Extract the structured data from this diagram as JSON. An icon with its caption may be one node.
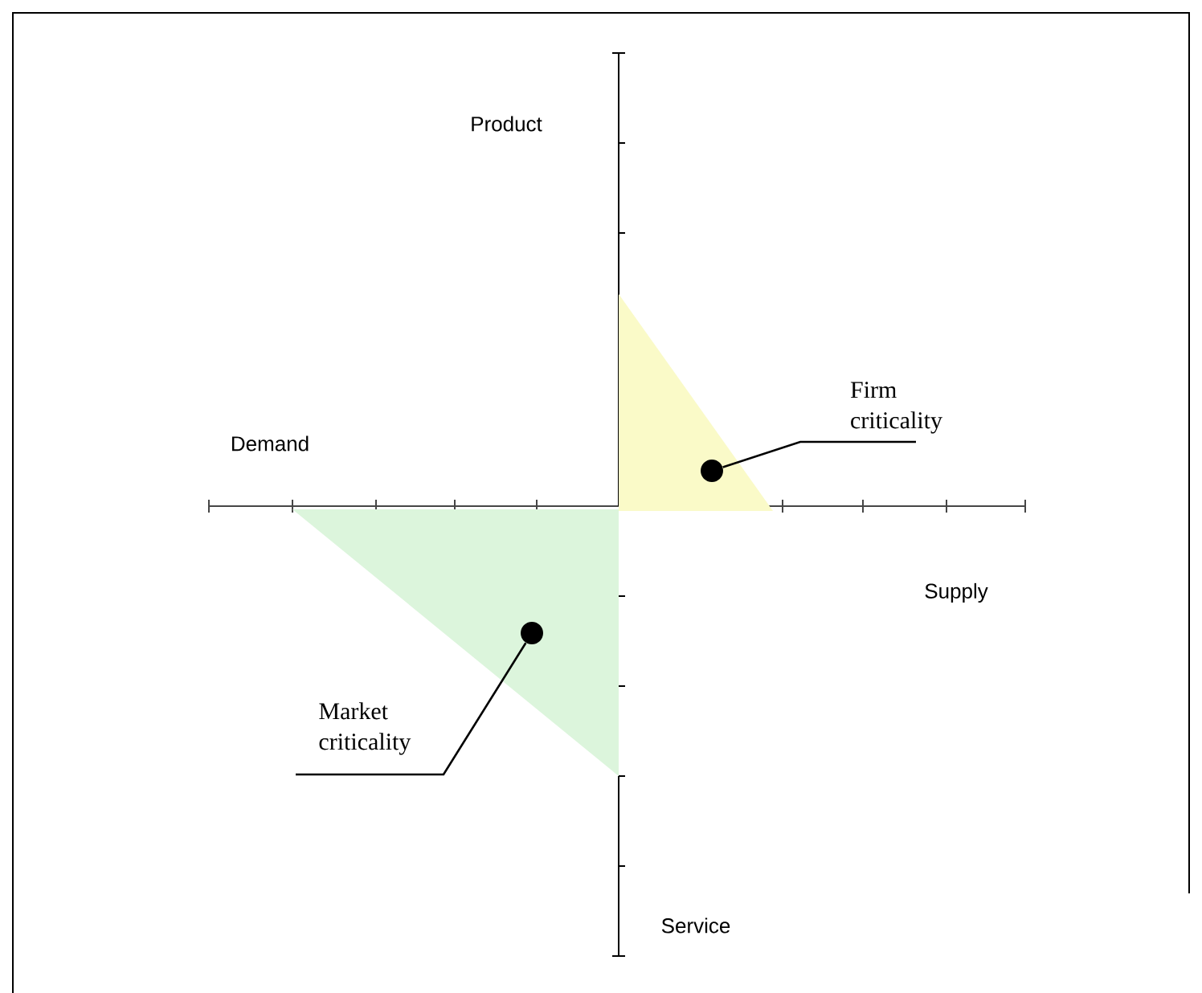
{
  "diagram": {
    "nodes": [
      {
        "text": [
          "Firm criticality"
        ]
      },
      {
        "text": [],
        "shape": "circle"
      },
      {
        "text": [
          "Market criticality"
        ]
      },
      {
        "text": [],
        "shape": "circle"
      }
    ],
    "edges": [
      {
        "from": 0,
        "to": 1,
        "arrow": "none"
      },
      {
        "from": 2,
        "to": 3,
        "arrow": "none"
      }
    ],
    "labels": [
      "Product",
      "Demand",
      "Supply",
      "Service"
    ]
  }
}
